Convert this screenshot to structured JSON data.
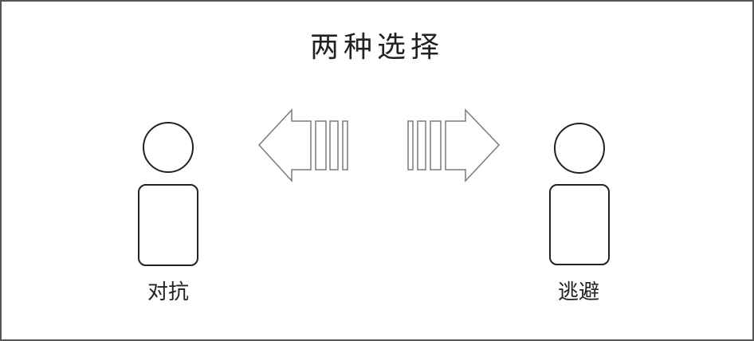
{
  "title": "两种选择",
  "left_figure": {
    "label": "对抗"
  },
  "right_figure": {
    "label": "逃避"
  },
  "colors": {
    "frame": "#555555",
    "stroke": "#222222",
    "arrow_stroke": "#7a7a7a",
    "background": "#ffffff"
  }
}
